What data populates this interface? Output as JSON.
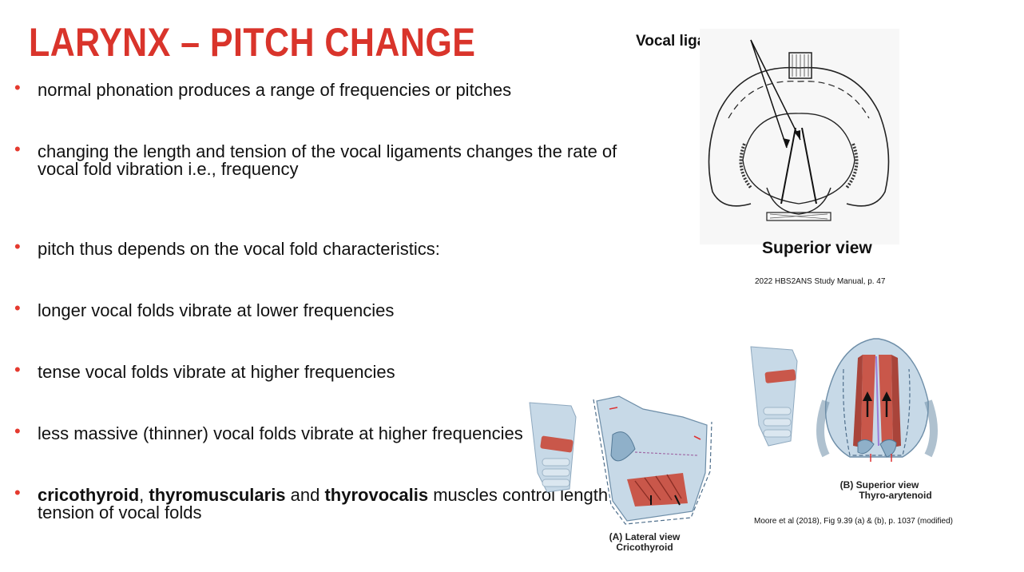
{
  "slide": {
    "title": "LARYNX – PITCH CHANGE",
    "bullets": [
      {
        "parts": [
          {
            "text": "normal phonation produces a range of frequencies or pitches",
            "bold": false
          }
        ]
      },
      {
        "parts": [
          {
            "text": "changing the length and tension of the vocal ligaments changes the rate of vocal fold vibration i.e., frequency",
            "bold": false
          }
        ]
      },
      {
        "parts": [
          {
            "text": "pitch thus depends on the vocal fold characteristics:",
            "bold": false
          }
        ]
      },
      {
        "parts": [
          {
            "text": "longer vocal folds vibrate at lower frequencies",
            "bold": false
          }
        ]
      },
      {
        "parts": [
          {
            "text": "tense vocal folds vibrate at higher frequencies",
            "bold": false
          }
        ]
      },
      {
        "parts": [
          {
            "text": "less massive (thinner) vocal folds vibrate at higher frequencies",
            "bold": false
          }
        ]
      },
      {
        "parts": [
          {
            "text": "cricothyroid",
            "bold": true
          },
          {
            "text": ", ",
            "bold": false
          },
          {
            "text": "thyromuscularis",
            "bold": true
          },
          {
            "text": " and ",
            "bold": false
          },
          {
            "text": "thyrovocalis",
            "bold": true
          },
          {
            "text": " muscles control length and tension of vocal folds",
            "bold": false
          }
        ]
      }
    ],
    "bullet_glyph": "•"
  },
  "figure_top": {
    "pointer_label": "Vocal ligaments",
    "caption": "Superior view",
    "source": "2022 HBS2ANS Study Manual, p. 47"
  },
  "figure_bottom": {
    "lateral_caption_line1": "(A) Lateral view",
    "lateral_caption_line2": "Cricothyroid",
    "superior_caption_line1": "(B) Superior view",
    "superior_caption_line2": "Thyro-arytenoid",
    "source": "Moore et al (2018), Fig 9.39 (a) & (b), p. 1037 (modified)"
  },
  "colors": {
    "title_red": "#d9342b",
    "bullet_red": "#e53a2f",
    "cartilage_blue": "#b9cfe0",
    "muscle_red": "#c9574a"
  }
}
